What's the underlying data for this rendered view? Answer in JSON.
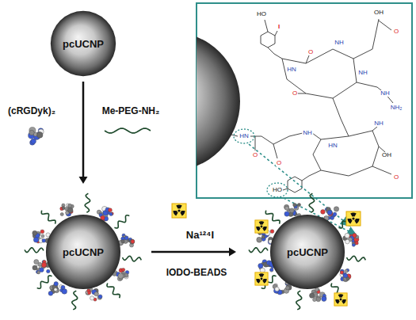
{
  "diagram": {
    "nodes": [
      {
        "text": [
          "pcUCNP"
        ]
      },
      {
        "text": [
          "pcUCNP"
        ]
      },
      {
        "text": [
          "pcUCNP"
        ]
      }
    ],
    "edges": [
      {
        "from": 0,
        "to": 1,
        "arrow": "to"
      },
      {
        "from": 1,
        "to": 2,
        "arrow": "to",
        "label": "Na¹²⁴I"
      }
    ],
    "labels": [
      "(cRGDyk)₂",
      "Me-PEG-NH₂",
      "IODO-BEADS",
      "HO",
      "I",
      "OH",
      "O",
      "O",
      "NH",
      "HN",
      "O",
      "NH",
      "NH",
      "NH₂",
      "HN",
      "O",
      "NH",
      "O",
      "HN",
      "OH",
      "O",
      "NH",
      "HO"
    ]
  }
}
